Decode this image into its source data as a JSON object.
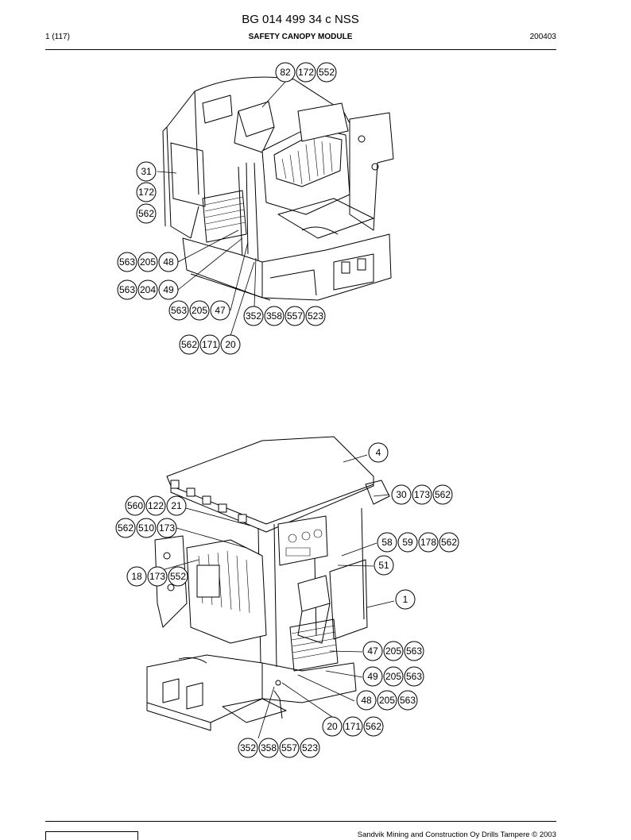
{
  "header": {
    "doc_title": "BG 014 499 34 c NSS",
    "page": "1 (117)",
    "section": "SAFETY CANOPY MODULE",
    "date": "200403"
  },
  "footer": {
    "copyright": "Sandvik Mining and Construction Oy Drills Tampere © 2003"
  },
  "figure_top": {
    "callouts": [
      [
        "82",
        "172",
        "552"
      ],
      [
        "31"
      ],
      [
        "172"
      ],
      [
        "562"
      ],
      [
        "563",
        "205",
        "48"
      ],
      [
        "563",
        "204",
        "49"
      ],
      [
        "563",
        "205",
        "47"
      ],
      [
        "352",
        "358",
        "557",
        "523"
      ],
      [
        "562",
        "171",
        "20"
      ]
    ]
  },
  "figure_bottom": {
    "callouts": [
      [
        "4"
      ],
      [
        "30",
        "173",
        "562"
      ],
      [
        "560",
        "122",
        "21"
      ],
      [
        "562",
        "510",
        "173"
      ],
      [
        "18",
        "173",
        "552"
      ],
      [
        "58",
        "59",
        "178",
        "562"
      ],
      [
        "51"
      ],
      [
        "1"
      ],
      [
        "47",
        "205",
        "563"
      ],
      [
        "49",
        "205",
        "563"
      ],
      [
        "48",
        "205",
        "563"
      ],
      [
        "20",
        "171",
        "562"
      ],
      [
        "352",
        "358",
        "557",
        "523"
      ]
    ]
  }
}
